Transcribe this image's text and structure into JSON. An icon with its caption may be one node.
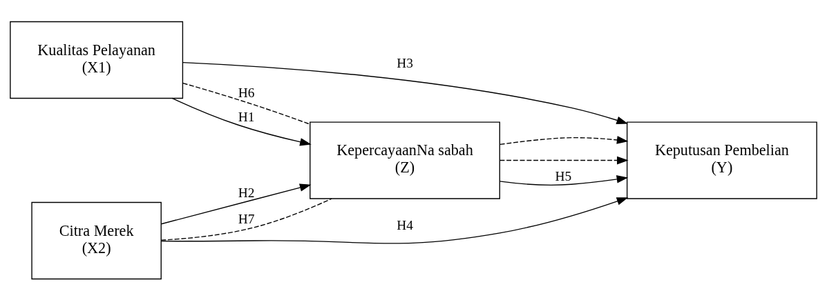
{
  "diagram": {
    "nodes": [
      {
        "text": [
          "Kualitas Pelayanan",
          "(X1)"
        ]
      },
      {
        "text": [
          "Citra Merek",
          "(X2)"
        ]
      },
      {
        "text": [
          "KepercayaanNa sabah",
          "(Z)"
        ]
      },
      {
        "text": [
          "Keputusan Pembelian",
          "(Y)"
        ]
      }
    ],
    "edges": [
      {
        "from": 0,
        "to": 3,
        "arrow": "to",
        "label": "H3"
      },
      {
        "from": 0,
        "to": 2,
        "arrow": "none",
        "label": "H6",
        "style": "dashed"
      },
      {
        "from": 0,
        "to": 2,
        "arrow": "to",
        "label": "H1"
      },
      {
        "from": 2,
        "to": 3,
        "arrow": "to",
        "style": "dashed"
      },
      {
        "from": 2,
        "to": 3,
        "arrow": "to",
        "label": "H5"
      },
      {
        "from": 2,
        "to": 3,
        "arrow": "to",
        "style": "dashed"
      },
      {
        "from": 1,
        "to": 2,
        "arrow": "to",
        "label": "H2"
      },
      {
        "from": 1,
        "to": 2,
        "arrow": "none",
        "label": "H7",
        "style": "dashed"
      },
      {
        "from": 1,
        "to": 3,
        "arrow": "to",
        "label": "H4"
      }
    ]
  }
}
